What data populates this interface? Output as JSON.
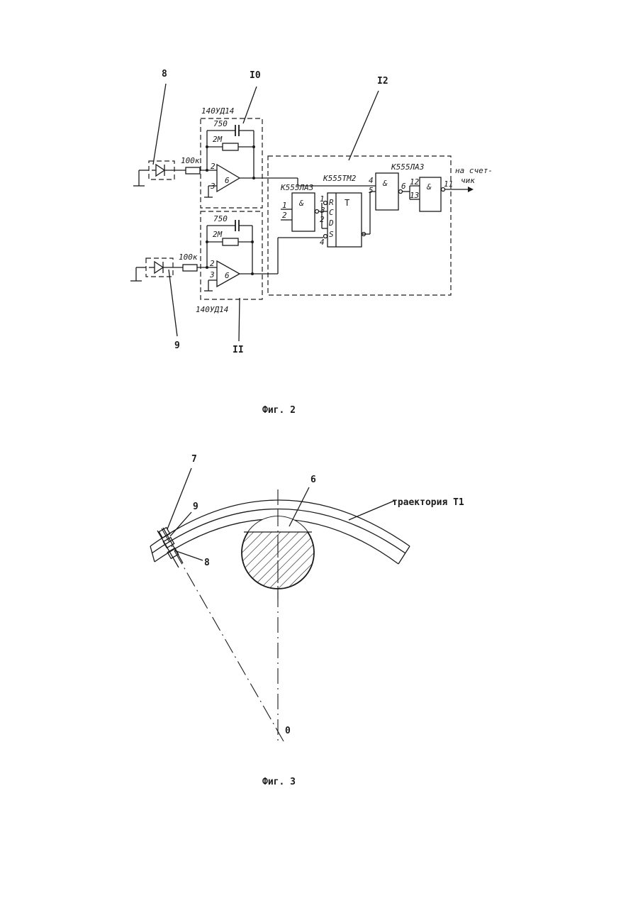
{
  "fig2": {
    "caption": "Фиг. 2",
    "refs": {
      "r8": "8",
      "r9": "9",
      "r10": "I0",
      "r11": "II",
      "r12": "I2"
    },
    "chip_top": "140УД14",
    "chip_bottom": "140УД14",
    "cap_top": "750",
    "cap_bottom": "750",
    "res_fb_top": "2М",
    "res_fb_bottom": "2М",
    "res_in_top": "100к",
    "res_in_bottom": "100к",
    "opamp_pins": {
      "in_neg": "2",
      "in_pos": "3",
      "out": "6"
    },
    "logic": {
      "chip_nand_left": "К555ЛА3",
      "chip_trigger": "К555ТМ2",
      "chip_nand_right": "К555ЛА3",
      "nand_symbol": "&",
      "trigger_symbol": "T",
      "pins_nand_left": [
        "1",
        "2",
        "3"
      ],
      "trigger_pins": [
        "1",
        "3",
        "2",
        "4"
      ],
      "trigger_inputs": [
        "R",
        "C",
        "D",
        "S"
      ],
      "gate2_pins": [
        "4",
        "5",
        "6"
      ],
      "gate3_pins": [
        "12",
        "13",
        "11"
      ]
    },
    "output_label_1": "на счет-",
    "output_label_2": "чик"
  },
  "fig3": {
    "caption": "Фиг. 3",
    "refs": {
      "r6": "6",
      "r7": "7",
      "r8": "8",
      "r9": "9"
    },
    "center_label": "0",
    "trajectory_label": "траектория T1"
  }
}
